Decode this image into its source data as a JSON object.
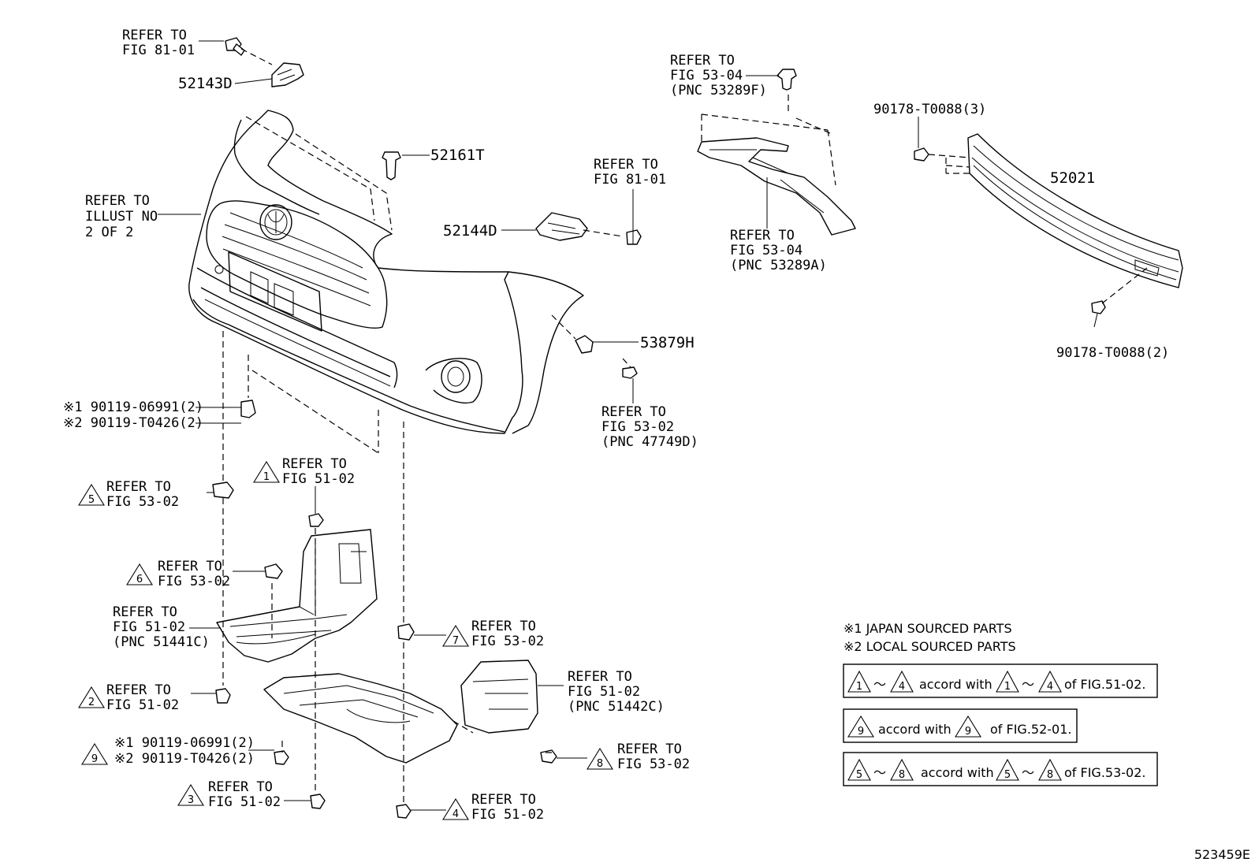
{
  "figure_id": "523459E",
  "labels": {
    "refer_fig8101_top": [
      "REFER TO",
      "FIG 81-01"
    ],
    "part_52143D": "52143D",
    "part_52161T": "52161T",
    "refer_illust": [
      "REFER TO",
      "ILLUST NO",
      "2 OF 2"
    ],
    "refer_fig5304_top": [
      "REFER TO",
      "FIG 53-04",
      "(PNC 53289F)"
    ],
    "refer_fig5304_mid": [
      "REFER TO",
      "FIG 53-04",
      "(PNC 53289A)"
    ],
    "nut_top": "90178-T0088(3)",
    "part_52021": "52021",
    "nut_bottom": "90178-T0088(2)",
    "refer_fig8101_mid": [
      "REFER TO",
      "FIG 81-01"
    ],
    "part_52144D": "52144D",
    "part_53879H": "53879H",
    "refer_fig5302_pnc": [
      "REFER TO",
      "FIG 53-02",
      "(PNC 47749D)"
    ],
    "bolt_upper": [
      "※1 90119-06991(2)",
      "※2 90119-T0426(2)"
    ],
    "ref1": {
      "num": "1",
      "lines": [
        "REFER TO",
        "FIG 51-02"
      ]
    },
    "ref5": {
      "num": "5",
      "lines": [
        "REFER TO",
        "FIG 53-02"
      ]
    },
    "ref6": {
      "num": "6",
      "lines": [
        "REFER TO",
        "FIG 53-02"
      ]
    },
    "refer_fig5102_left": [
      "REFER TO",
      "FIG 51-02",
      "(PNC 51441C)"
    ],
    "ref7": {
      "num": "7",
      "lines": [
        "REFER TO",
        "FIG 53-02"
      ]
    },
    "ref2": {
      "num": "2",
      "lines": [
        "REFER TO",
        "FIG 51-02"
      ]
    },
    "refer_fig5102_right": [
      "REFER TO",
      "FIG 51-02",
      "(PNC 51442C)"
    ],
    "bolt_lower": {
      "num": "9",
      "lines": [
        "※1 90119-06991(2)",
        "※2 90119-T0426(2)"
      ]
    },
    "ref8": {
      "num": "8",
      "lines": [
        "REFER TO",
        "FIG 53-02"
      ]
    },
    "ref3": {
      "num": "3",
      "lines": [
        "REFER TO",
        "FIG 51-02"
      ]
    },
    "ref4": {
      "num": "4",
      "lines": [
        "REFER TO",
        "FIG 51-02"
      ]
    }
  },
  "notes": {
    "note1": "※1 JAPAN SOURCED PARTS",
    "note2": "※2 LOCAL SOURCED PARTS"
  },
  "legend": [
    {
      "from": "1",
      "to": "4",
      "text": "accord with",
      "of": "of FIG.51-02."
    },
    {
      "from": "9",
      "to": "",
      "text": "accord with",
      "of": "of FIG.52-01."
    },
    {
      "from": "5",
      "to": "8",
      "text": "accord with",
      "of": "of FIG.53-02."
    }
  ],
  "legend_tilde": "～"
}
